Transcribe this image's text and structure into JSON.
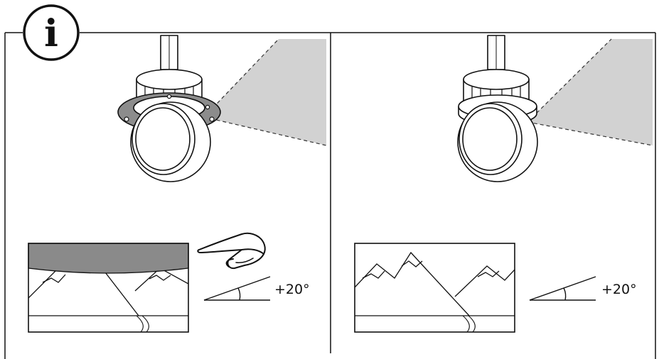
{
  "info_badge": {
    "symbol": "i",
    "icon": "info-icon"
  },
  "panels": [
    {
      "id": "with-trim-ring",
      "angle_label": "+20°",
      "tilt_angle_deg": 20,
      "shows_pointing_hand": true,
      "image_obstructed": true
    },
    {
      "id": "without-trim-ring",
      "angle_label": "+20°",
      "tilt_angle_deg": 20,
      "shows_pointing_hand": false,
      "image_obstructed": false
    }
  ],
  "colors": {
    "line": "#111111",
    "field_of_view": "#d2d2d2",
    "trim_ring": "#8c8c8c",
    "obstruction": "#8a8a8a"
  }
}
